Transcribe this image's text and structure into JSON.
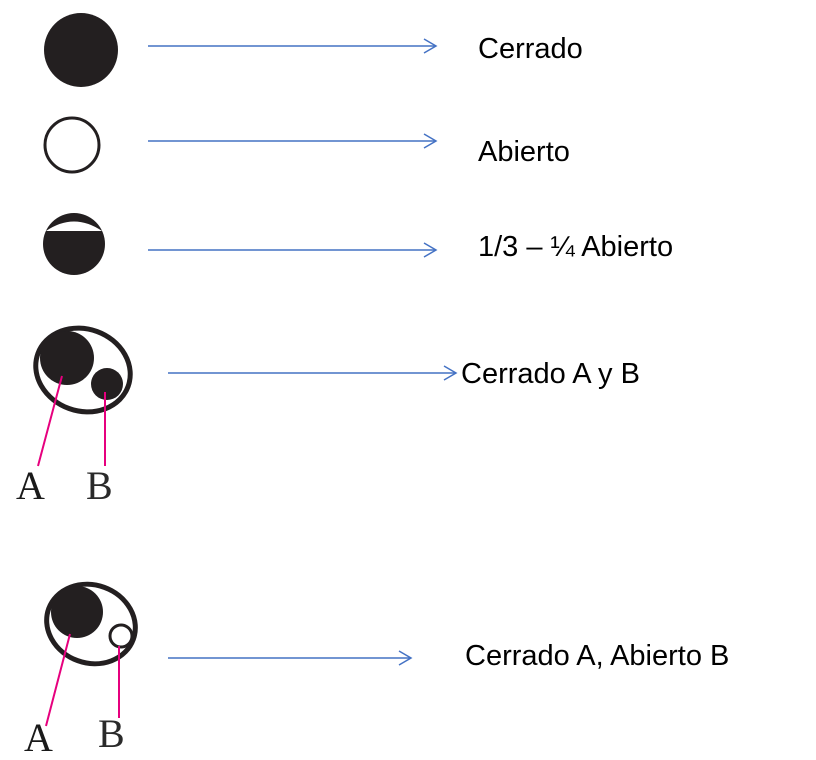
{
  "legend": {
    "items": [
      {
        "label": "Cerrado"
      },
      {
        "label": "Abierto"
      },
      {
        "label": "1/3 – ¼ Abierto"
      },
      {
        "label": "Cerrado A y B",
        "marker_a": "A",
        "marker_b": "B"
      },
      {
        "label": "Cerrado A, Abierto B",
        "marker_a": "A",
        "marker_b": "B"
      }
    ]
  },
  "colors": {
    "arrow": "#4472c4",
    "symbol_fill": "#231f20",
    "pointer": "#e6007e",
    "letter_b_accent": "#c07a2a"
  },
  "icons": [
    "filled-circle-icon",
    "open-circle-icon",
    "half-filled-circle-icon",
    "double-closed-eye-icon",
    "closed-open-eye-icon",
    "arrow-right-icon"
  ]
}
